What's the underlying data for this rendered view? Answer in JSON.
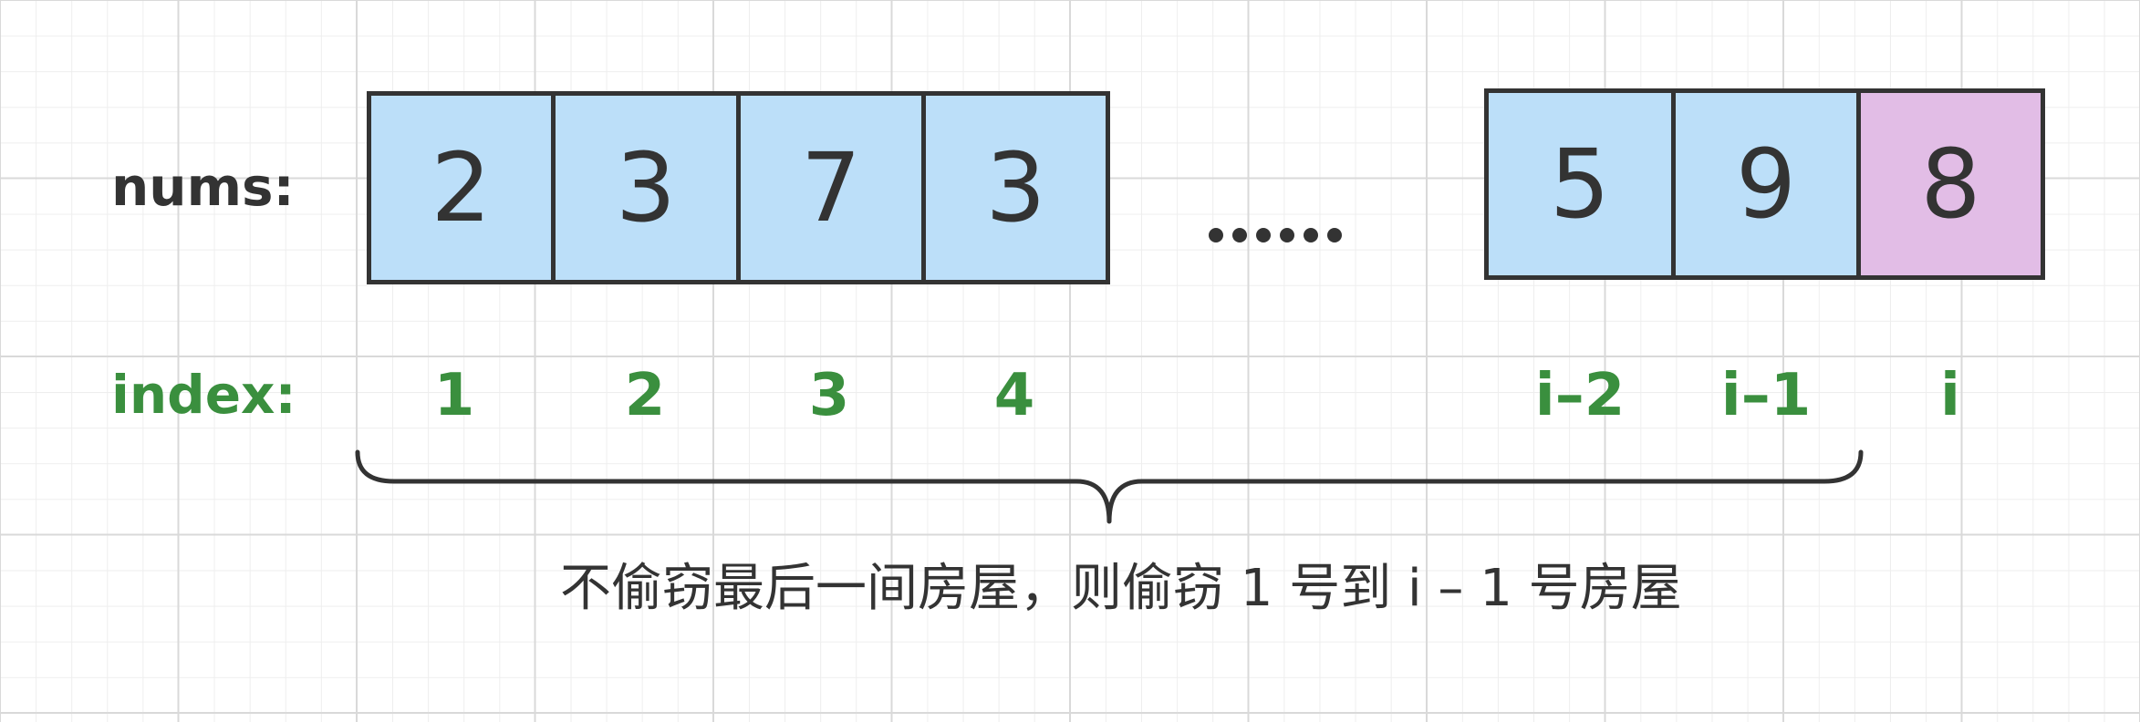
{
  "labels": {
    "nums": "nums:",
    "index": "index:"
  },
  "cells": [
    {
      "value": "2",
      "index": "1"
    },
    {
      "value": "3",
      "index": "2"
    },
    {
      "value": "7",
      "index": "3"
    },
    {
      "value": "3",
      "index": "4"
    },
    {
      "value": "5",
      "index": "i–2"
    },
    {
      "value": "9",
      "index": "i–1"
    },
    {
      "value": "8",
      "index": "i"
    }
  ],
  "colors": {
    "cell_fill": "#bcdff9",
    "highlight_fill": "#e2bde6",
    "index_text": "#3a8f3e",
    "stroke": "#333333"
  },
  "caption": "不偷窃最后一间房屋，则偷窃 1 号到 i – 1 号房屋"
}
